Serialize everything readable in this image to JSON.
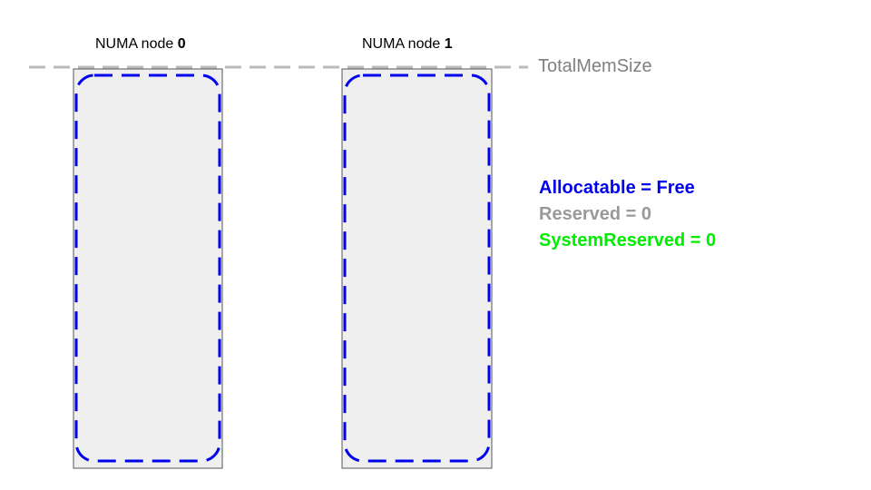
{
  "nodes": [
    {
      "label_prefix": "NUMA node ",
      "label_id": "0"
    },
    {
      "label_prefix": "NUMA node ",
      "label_id": "1"
    }
  ],
  "total_mem_label": "TotalMemSize",
  "legend": {
    "allocatable": "Allocatable = Free",
    "reserved": "Reserved = 0",
    "system_reserved": "SystemReserved = 0"
  },
  "colors": {
    "allocatable": "#0000ee",
    "reserved": "#999999",
    "system_reserved": "#00ee00",
    "total_line": "#bbbbbb",
    "node_fill": "#efefef",
    "node_border": "#555555"
  }
}
